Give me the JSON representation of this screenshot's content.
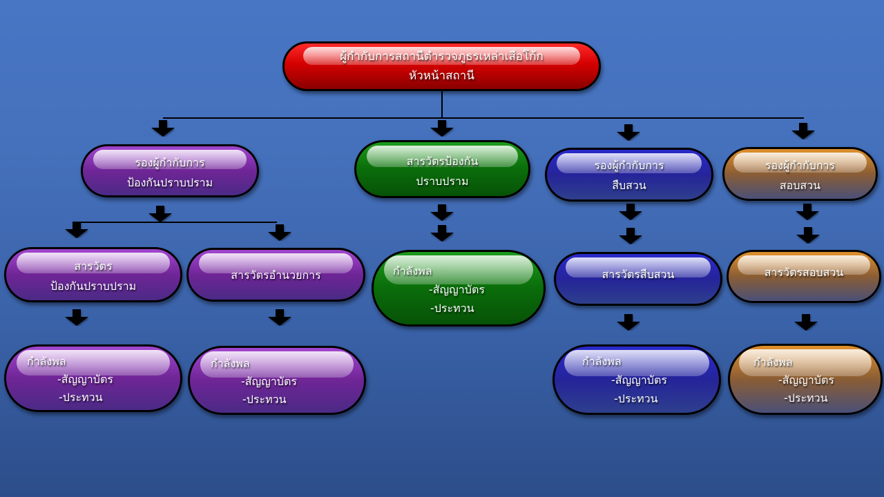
{
  "diagram": {
    "type": "organization-chart",
    "root": {
      "line1": "ผู้กำกับการสถานีตำรวจภูธรเหล่าเสือโก้ก",
      "line2": "หัวหน้าสถานี"
    },
    "branches": [
      {
        "color": "purple",
        "head": {
          "line1": "รองผู้กำกับการ",
          "line2": "ป้องกันปราบปราม"
        },
        "units": [
          {
            "line1": "สารวัตร",
            "line2": "ป้องกันปราบปราม",
            "staff": {
              "title": "กำลังพล",
              "items": [
                "-สัญญาบัตร",
                "-ประทวน"
              ]
            }
          },
          {
            "line1": "สารวัตรอำนวยการ",
            "staff": {
              "title": "กำลังพล",
              "items": [
                "-สัญญาบัตร",
                "-ประทวน"
              ]
            }
          }
        ]
      },
      {
        "color": "green",
        "head": {
          "line1": "สารวัตรป้องกัน",
          "line2": "ปราบปราม"
        },
        "staff": {
          "title": "กำลังพล",
          "items": [
            "-สัญญาบัตร",
            "-ประทวน"
          ]
        }
      },
      {
        "color": "blue",
        "head": {
          "line1": "รองผู้กำกับการ",
          "line2": "สืบสวน"
        },
        "unit": {
          "line1": "สารวัตรสืบสวน"
        },
        "staff": {
          "title": "กำลังพล",
          "items": [
            "-สัญญาบัตร",
            "-ประทวน"
          ]
        }
      },
      {
        "color": "brown",
        "head": {
          "line1": "รองผู้กำกับการ",
          "line2": "สอบสวน"
        },
        "unit": {
          "line1": "สารวัตรสอบสวน"
        },
        "staff": {
          "title": "กำลังพล",
          "items": [
            "-สัญญาบัตร",
            "-ประทวน"
          ]
        }
      }
    ],
    "colors": {
      "background": "#4570bb",
      "root": "#d40000",
      "purple": "#6f2596",
      "green": "#0a6d0a",
      "blue": "#25249a",
      "brown": "#8a5d35",
      "connector": "#000000"
    }
  }
}
